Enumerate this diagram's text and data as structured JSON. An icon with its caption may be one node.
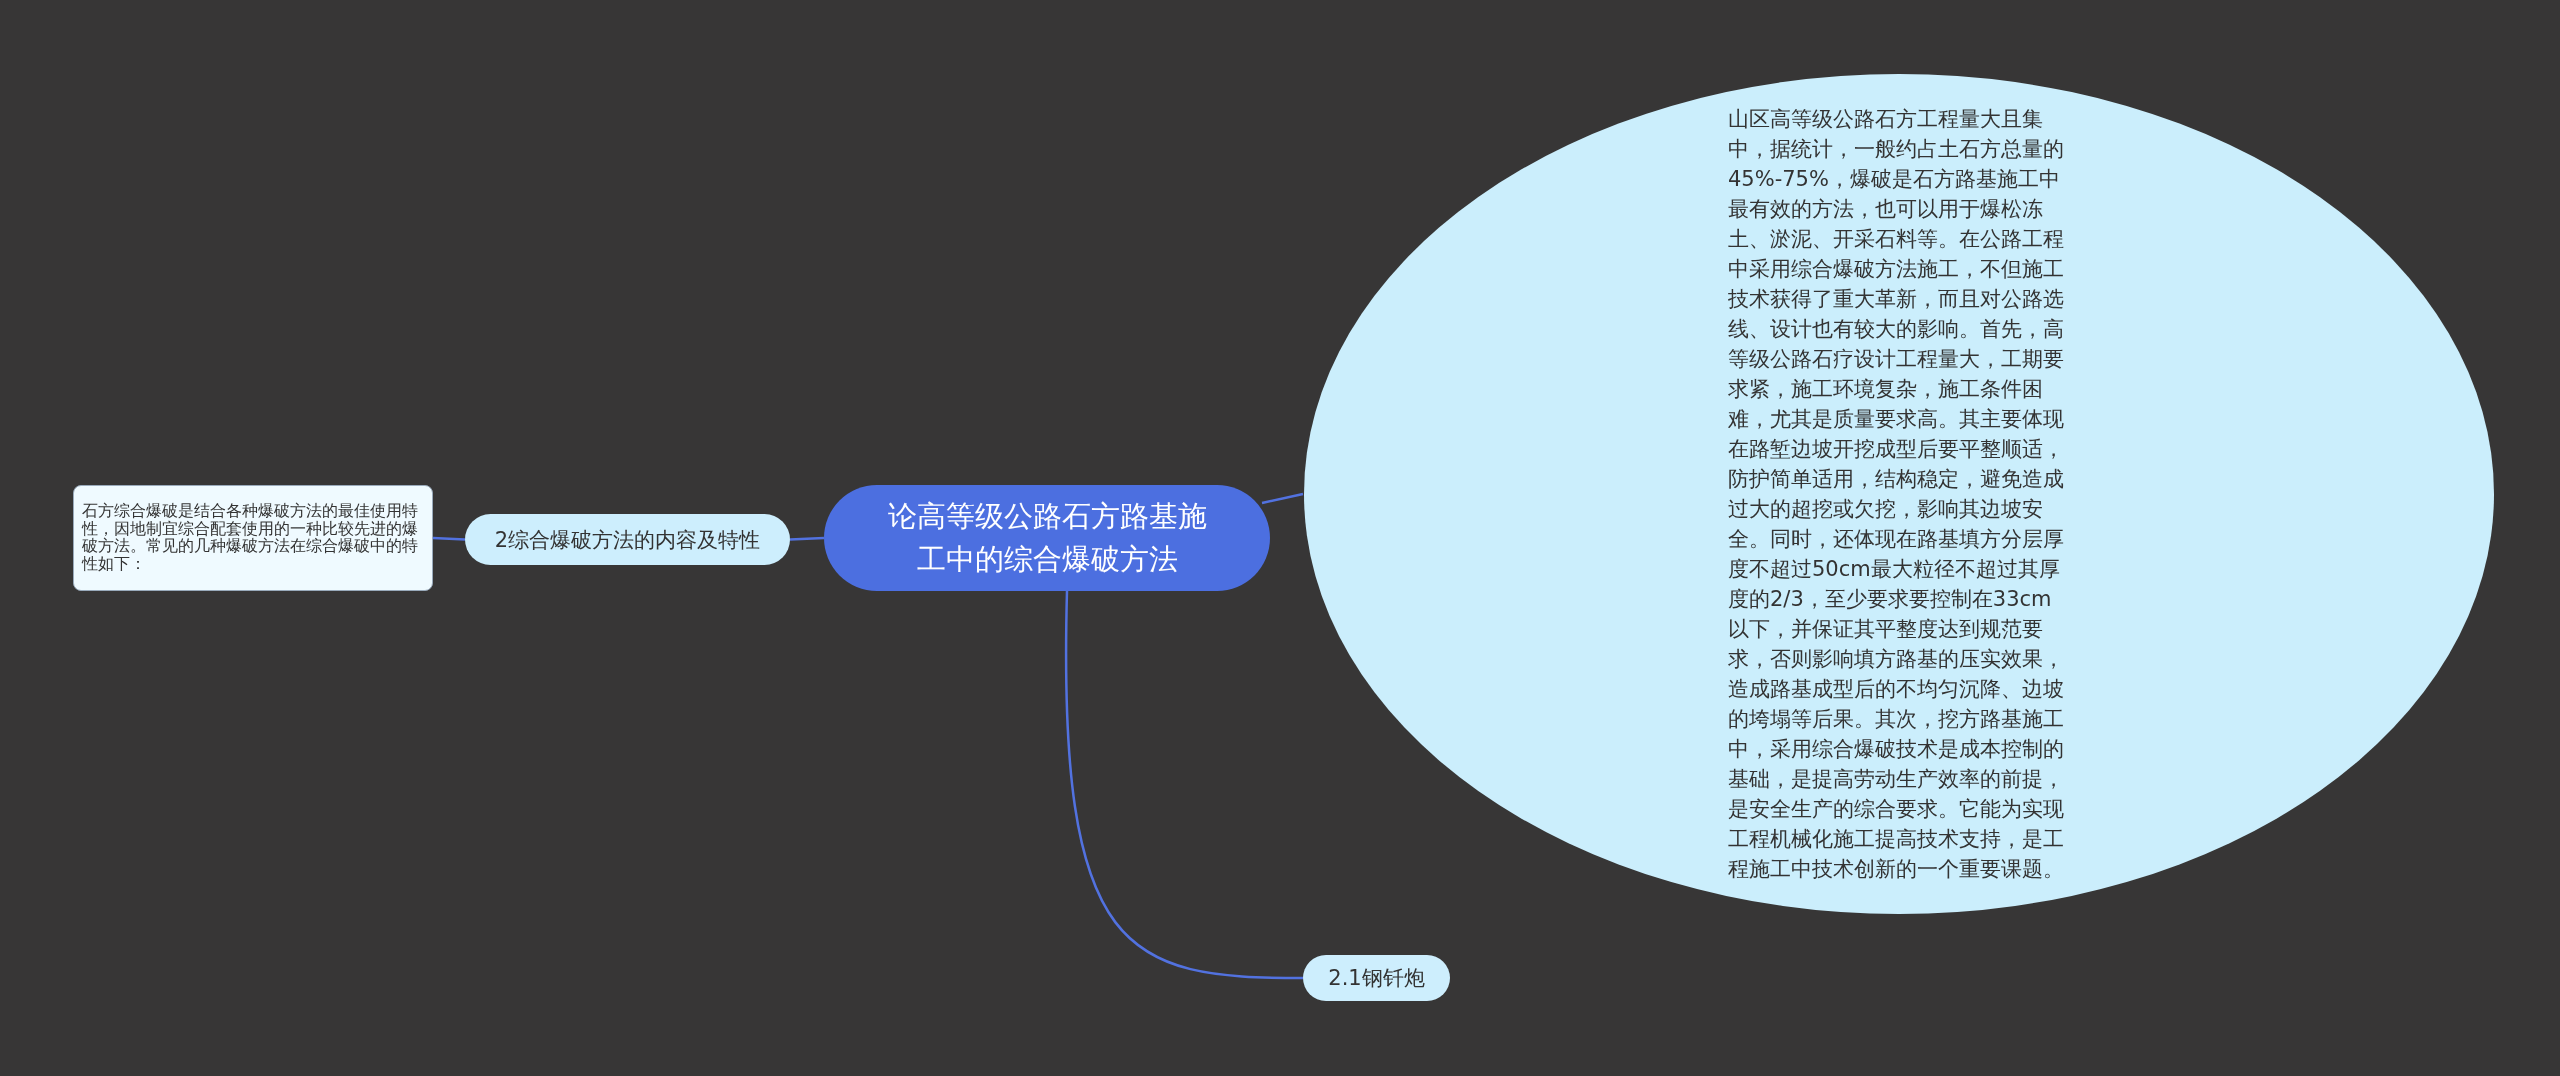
{
  "diagram": {
    "nodes": [
      {
        "text": [
          "论高等级公路石方路基施工中的综合爆破方法"
        ]
      },
      {
        "text": [
          "山区高等级公路石方工程量大且集中，据统计，一般约占土石方总量的45%-75%，爆破是石方路基施工中最有效的方法，也可以用于爆松冻土、淤泥、开采石料等。在公路工程中采用综合爆破方法施工，不但施工技术获得了重大革新，而且对公路选线、设计也有较大的影响。首先，高等级公路石疗设计工程量大，工期要求紧，施工环境复杂，施工条件困难，尤其是质量要求高。其主要体现在路堑边坡开挖成型后要平整顺适，防护简单适用，结构稳定，避免造成过大的超挖或欠挖，影响其边坡安全。同时，还体现在路基填方分层厚度不超过50cm最大粒径不超过其厚度的2/3，至少要求要控制在33cm以下，并保证其平整度达到规范要求，否则影响填方路基的压实效果，造成路基成型后的不均匀沉降、边坡的垮塌等后果。其次，挖方路基施工中，采用综合爆破技术是成本控制的基础，是提高劳动生产效率的前提，是安全生产的综合要求。它能为实现工程机械化施工提高技术支持，是工程施工中技术创新的一个重要课题。"
        ]
      },
      {
        "text": [
          "2综合爆破方法的内容及特性"
        ]
      },
      {
        "text": [
          "石方综合爆破是结合各种爆破方法的最佳使用特性，因地制宜综合配套使用的一种比较先进的爆破方法。常见的几种爆破方法在综合爆破中的特性如下："
        ]
      },
      {
        "text": [
          "2.1钢钎炮"
        ]
      }
    ],
    "edges": [
      {
        "from": 0,
        "to": 1,
        "arrow": "none"
      },
      {
        "from": 0,
        "to": 2,
        "arrow": "none"
      },
      {
        "from": 2,
        "to": 3,
        "arrow": "none"
      },
      {
        "from": 0,
        "to": 4,
        "arrow": "none"
      }
    ]
  }
}
